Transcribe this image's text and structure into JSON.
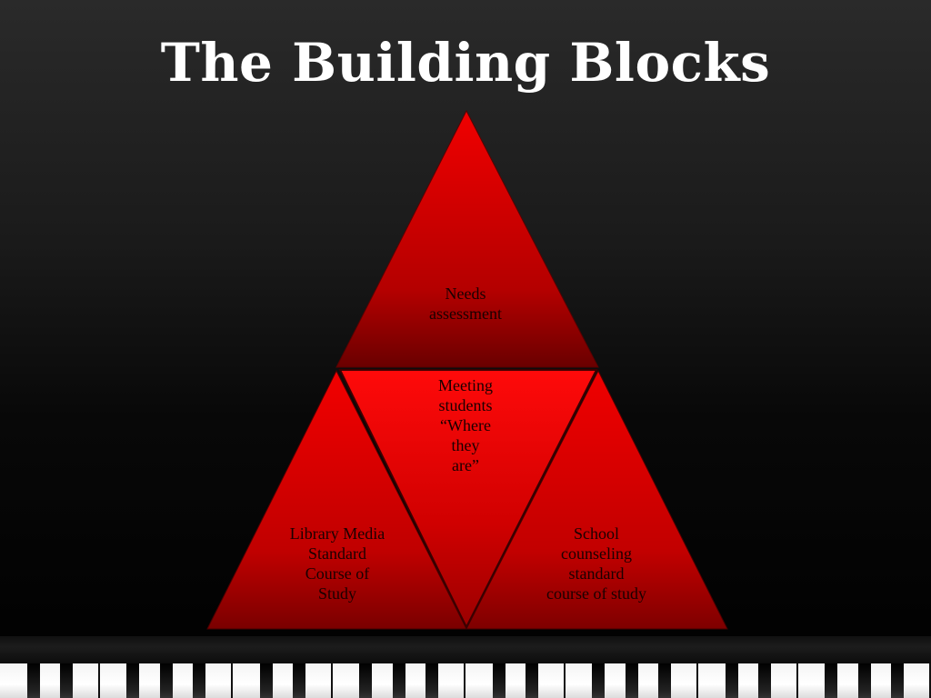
{
  "title": "The Building Blocks",
  "blocks": {
    "top": "Needs\nassessment",
    "middle": "Meeting\nstudents\n“Where\nthey\nare”",
    "left": "Library Media\nStandard\nCourse of\nStudy",
    "right": "School\ncounseling\nstandard\ncourse of study"
  },
  "colors": {
    "block_red": "#e00000",
    "block_dark_red": "#8a0000",
    "background": "#111111",
    "title": "#ffffff"
  }
}
